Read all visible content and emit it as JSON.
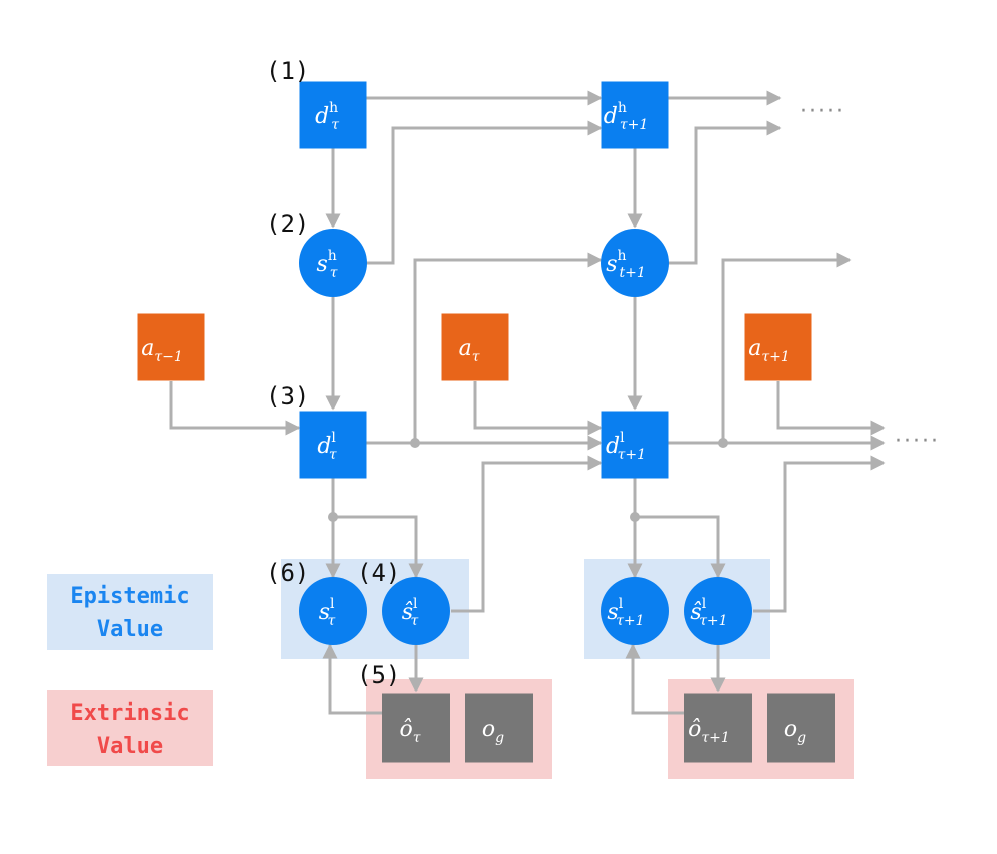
{
  "colors": {
    "hidden_node": "#0a7ff0",
    "action_node": "#e8651a",
    "observation_node": "#777777",
    "edge": "#b0b0b0",
    "epistemic_bg": "#d7e6f7",
    "extrinsic_bg": "#f7cfcf",
    "epistemic_text": "#1a85f0",
    "extrinsic_text": "#f04a4a"
  },
  "step_markers": [
    "(1)",
    "(2)",
    "(3)",
    "(4)",
    "(5)",
    "(6)"
  ],
  "continuation": "·····",
  "legend": {
    "epistemic": [
      "Epistemic",
      "Value"
    ],
    "extrinsic": [
      "Extrinsic",
      "Value"
    ]
  },
  "nodes": {
    "d_h_t": {
      "base": "d",
      "sup": "h",
      "sub": "τ",
      "shape": "square",
      "icon": "deterministic-high-level-state"
    },
    "d_h_t1": {
      "base": "d",
      "sup": "h",
      "sub": "τ+1",
      "shape": "square",
      "icon": "deterministic-high-level-state"
    },
    "s_h_t": {
      "base": "s",
      "sup": "h",
      "sub": "τ",
      "shape": "circle",
      "icon": "stochastic-high-level-state"
    },
    "s_h_t1": {
      "base": "s",
      "sup": "h",
      "sub": "t+1",
      "shape": "circle",
      "icon": "stochastic-high-level-state"
    },
    "a_tm1": {
      "base": "a",
      "sub": "τ−1",
      "shape": "square",
      "icon": "action"
    },
    "a_t": {
      "base": "a",
      "sub": "τ",
      "shape": "square",
      "icon": "action"
    },
    "a_t1": {
      "base": "a",
      "sub": "τ+1",
      "shape": "square",
      "icon": "action"
    },
    "d_l_t": {
      "base": "d",
      "sup": "l",
      "sub": "τ",
      "shape": "square",
      "icon": "deterministic-low-level-state"
    },
    "d_l_t1": {
      "base": "d",
      "sup": "l",
      "sub": "τ+1",
      "shape": "square",
      "icon": "deterministic-low-level-state"
    },
    "s_l_t": {
      "base": "s",
      "sup": "l",
      "sub": "τ",
      "shape": "circle",
      "icon": "posterior-low-level-state"
    },
    "sh_l_t": {
      "base": "ŝ",
      "sup": "l",
      "sub": "τ",
      "shape": "circle",
      "icon": "prior-low-level-state"
    },
    "s_l_t1": {
      "base": "s",
      "sup": "l",
      "sub": "τ+1",
      "shape": "circle",
      "icon": "posterior-low-level-state"
    },
    "sh_l_t1": {
      "base": "ŝ",
      "sup": "l",
      "sub": "τ+1",
      "shape": "circle",
      "icon": "prior-low-level-state"
    },
    "oh_t": {
      "base": "ô",
      "sub": "τ",
      "shape": "square",
      "icon": "predicted-observation"
    },
    "og_1": {
      "base": "o",
      "sub": "g",
      "shape": "square",
      "icon": "goal-observation"
    },
    "oh_t1": {
      "base": "ô",
      "sub": "τ+1",
      "shape": "square",
      "icon": "predicted-observation"
    },
    "og_2": {
      "base": "o",
      "sub": "g",
      "shape": "square",
      "icon": "goal-observation"
    }
  }
}
